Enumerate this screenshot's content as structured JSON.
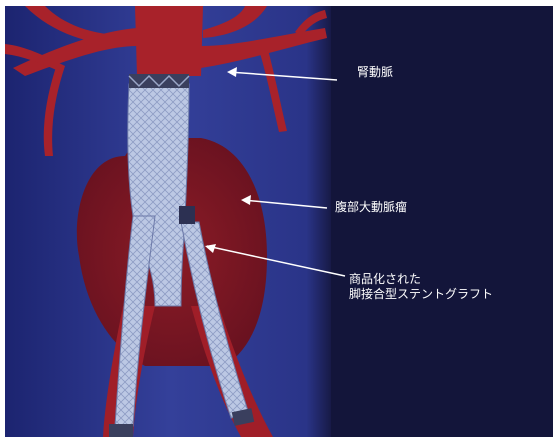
{
  "labels": {
    "renal_artery": "腎動脈",
    "aneurysm": "腹部大動脈瘤",
    "graft_line1": "商品化された",
    "graft_line2": "脚接合型ステントグラフト"
  },
  "colors": {
    "background_left": "#2a3488",
    "background_right": "#14163e",
    "vessel": "#a8222a",
    "vessel_dark": "#7a1a22",
    "graft": "#b9c5e2",
    "arrow": "#ffffff"
  }
}
